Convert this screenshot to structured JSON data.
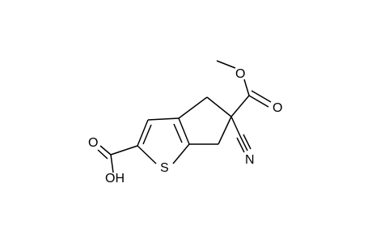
{
  "molecule": {
    "atoms": {
      "sulfur": "S",
      "carbonyl_oxygen_acid": "O",
      "hydroxyl": "OH",
      "ester_carbonyl_oxygen": "O",
      "ester_oxygen": "O",
      "nitrile_nitrogen": "N"
    },
    "colors": {
      "bond": "#000000",
      "label": "#000000",
      "background": "#ffffff"
    }
  }
}
